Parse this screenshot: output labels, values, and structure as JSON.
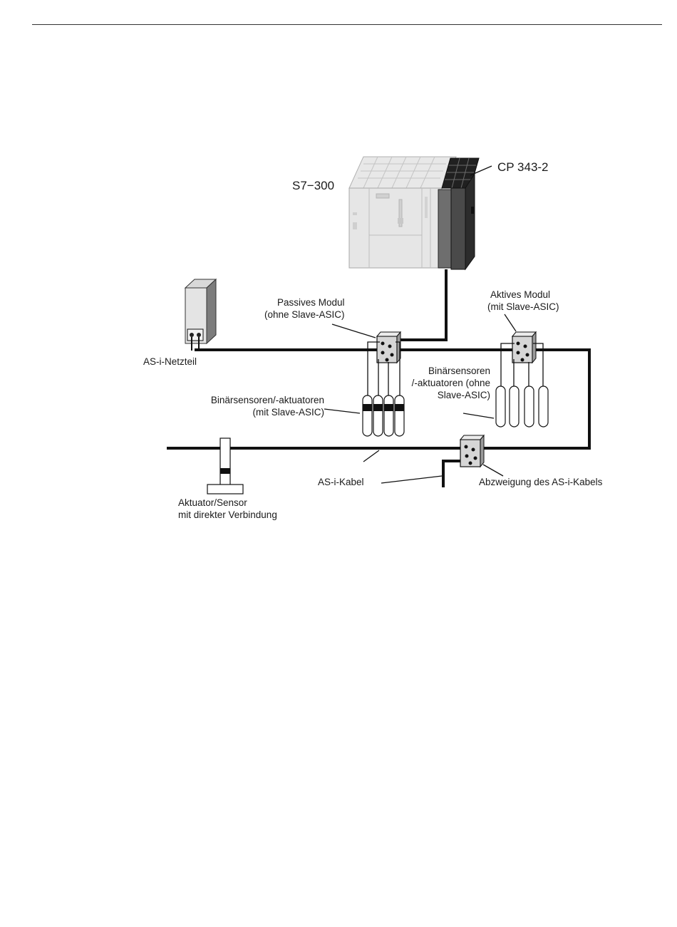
{
  "labels": {
    "s7_300": "S7−300",
    "cp_343_2": "CP 343-2",
    "passives_modul_line1": "Passives Modul",
    "passives_modul_line2": "(ohne Slave-ASIC)",
    "aktives_modul_line1": "Aktives Modul",
    "aktives_modul_line2": "(mit Slave-ASIC)",
    "netzteil": "AS-i-Netzteil",
    "binaer_slave_line1": "Binärsensoren/-aktuatoren",
    "binaer_slave_line2": "(mit Slave-ASIC)",
    "binaer_ohne_line1": "Binärsensoren",
    "binaer_ohne_line2": "/-aktuatoren (ohne",
    "binaer_ohne_line3": "Slave-ASIC)",
    "kabel": "AS-i-Kabel",
    "abzweigung": "Abzweigung des AS-i-Kabels",
    "aktuator_line1": "Aktuator/Sensor",
    "aktuator_line2": "mit direkter Verbindung"
  },
  "colors": {
    "cable": "#111111",
    "plc_light": "#e3e3e3",
    "plc_outline": "#9a9a9a",
    "cp_dark": "#3a3a3a",
    "module_gray": "#cfcfcf"
  }
}
